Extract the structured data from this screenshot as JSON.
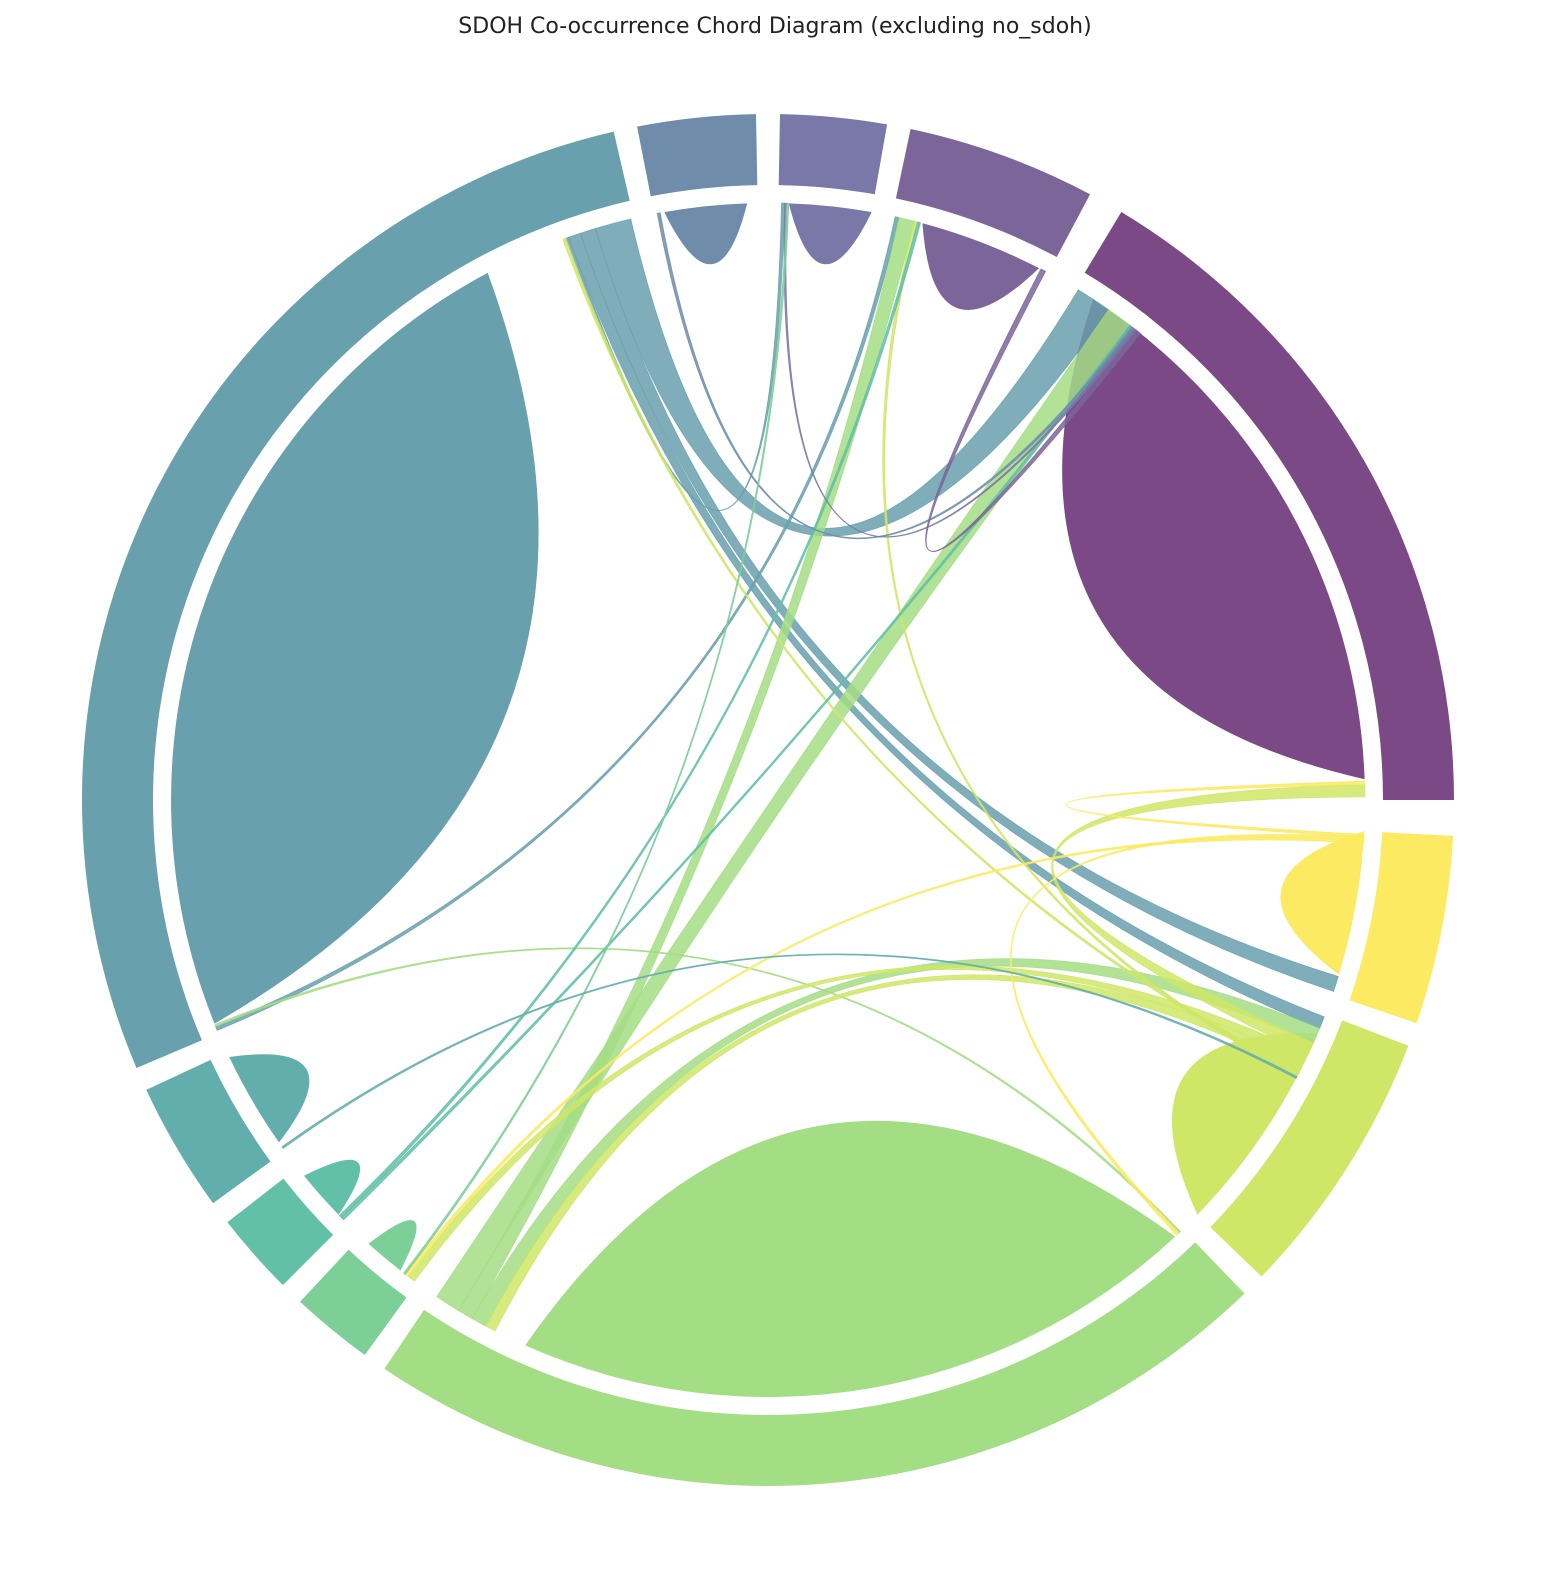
{
  "title": "SDOH Co-occurrence Chord Diagram (excluding no_sdoh)",
  "chart_data": {
    "type": "chord",
    "title": "SDOH Co-occurrence Chord Diagram (excluding no_sdoh)",
    "legend": "none",
    "groups": [
      {
        "name": "",
        "color": "#7b4985",
        "start_deg": 0,
        "end_deg": 59
      },
      {
        "name": "",
        "color": "#7c6599",
        "start_deg": 62,
        "end_deg": 78
      },
      {
        "name": "",
        "color": "#7a78a8",
        "start_deg": 80,
        "end_deg": 89
      },
      {
        "name": "",
        "color": "#6f8daa",
        "start_deg": 91,
        "end_deg": 101
      },
      {
        "name": "",
        "color": "#69a0ae",
        "start_deg": 103,
        "end_deg": 203
      },
      {
        "name": "",
        "color": "#62aeac",
        "start_deg": 205,
        "end_deg": 216
      },
      {
        "name": "",
        "color": "#62c0a8",
        "start_deg": 218,
        "end_deg": 225
      },
      {
        "name": "",
        "color": "#7ccf97",
        "start_deg": 227,
        "end_deg": 234
      },
      {
        "name": "",
        "color": "#a3dd84",
        "start_deg": 236,
        "end_deg": 314
      },
      {
        "name": "",
        "color": "#cfe666",
        "start_deg": 316,
        "end_deg": 339
      },
      {
        "name": "",
        "color": "#fcea62",
        "start_deg": 341,
        "end_deg": 357
      }
    ],
    "self_chords": [
      {
        "group": 0,
        "start_deg": 2,
        "end_deg": 57
      },
      {
        "group": 1,
        "start_deg": 63,
        "end_deg": 75
      },
      {
        "group": 2,
        "start_deg": 80,
        "end_deg": 88
      },
      {
        "group": 3,
        "start_deg": 92,
        "end_deg": 100
      },
      {
        "group": 4,
        "start_deg": 118,
        "end_deg": 202
      },
      {
        "group": 5,
        "start_deg": 205.5,
        "end_deg": 215
      },
      {
        "group": 6,
        "start_deg": 219,
        "end_deg": 224
      },
      {
        "group": 7,
        "start_deg": 228,
        "end_deg": 232
      },
      {
        "group": 8,
        "start_deg": 246,
        "end_deg": 313
      },
      {
        "group": 9,
        "start_deg": 316,
        "end_deg": 337
      },
      {
        "group": 10,
        "start_deg": 343,
        "end_deg": 357
      }
    ],
    "links": [
      {
        "source": 4,
        "target": 0,
        "weight": 3.5
      },
      {
        "source": 4,
        "target": 10,
        "weight": 1.5
      },
      {
        "source": 4,
        "target": 9,
        "weight": 1.2
      },
      {
        "source": 4,
        "target": 1,
        "weight": 0.4
      },
      {
        "source": 4,
        "target": 2,
        "weight": 0.3
      },
      {
        "source": 8,
        "target": 0,
        "weight": 2.5
      },
      {
        "source": 8,
        "target": 1,
        "weight": 1.5
      },
      {
        "source": 8,
        "target": 9,
        "weight": 1.5
      },
      {
        "source": 8,
        "target": 4,
        "weight": 0.2
      },
      {
        "source": 9,
        "target": 0,
        "weight": 1.2
      },
      {
        "source": 9,
        "target": 7,
        "weight": 0.8
      },
      {
        "source": 9,
        "target": 8,
        "weight": 1.0
      },
      {
        "source": 9,
        "target": 4,
        "weight": 0.3
      },
      {
        "source": 9,
        "target": 1,
        "weight": 0.3
      },
      {
        "source": 10,
        "target": 0,
        "weight": 0.3
      },
      {
        "source": 10,
        "target": 8,
        "weight": 0.3
      },
      {
        "source": 10,
        "target": 7,
        "weight": 0.3
      },
      {
        "source": 6,
        "target": 0,
        "weight": 0.3
      },
      {
        "source": 6,
        "target": 1,
        "weight": 0.3
      },
      {
        "source": 3,
        "target": 0,
        "weight": 0.3
      },
      {
        "source": 2,
        "target": 0,
        "weight": 0.2
      },
      {
        "source": 1,
        "target": 0,
        "weight": 0.5
      },
      {
        "source": 7,
        "target": 2,
        "weight": 0.2
      },
      {
        "source": 5,
        "target": 9,
        "weight": 0.2
      }
    ]
  }
}
